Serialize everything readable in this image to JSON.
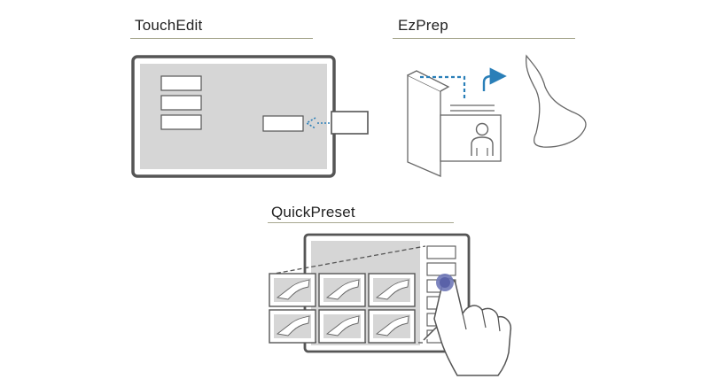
{
  "sections": {
    "touchedit": {
      "title": "TouchEdit",
      "icon": "touch-screen-edit-illustration"
    },
    "ezprep": {
      "title": "EzPrep",
      "icon": "patient-file-to-probe-illustration"
    },
    "quickpreset": {
      "title": "QuickPreset",
      "icon": "touch-preset-selection-illustration"
    }
  },
  "colors": {
    "outline": "#555555",
    "screen_fill": "#d6d6d6",
    "accent_blue": "#2a7fb8",
    "touch_purple": "#6f78b8",
    "rule": "#a8a890"
  }
}
